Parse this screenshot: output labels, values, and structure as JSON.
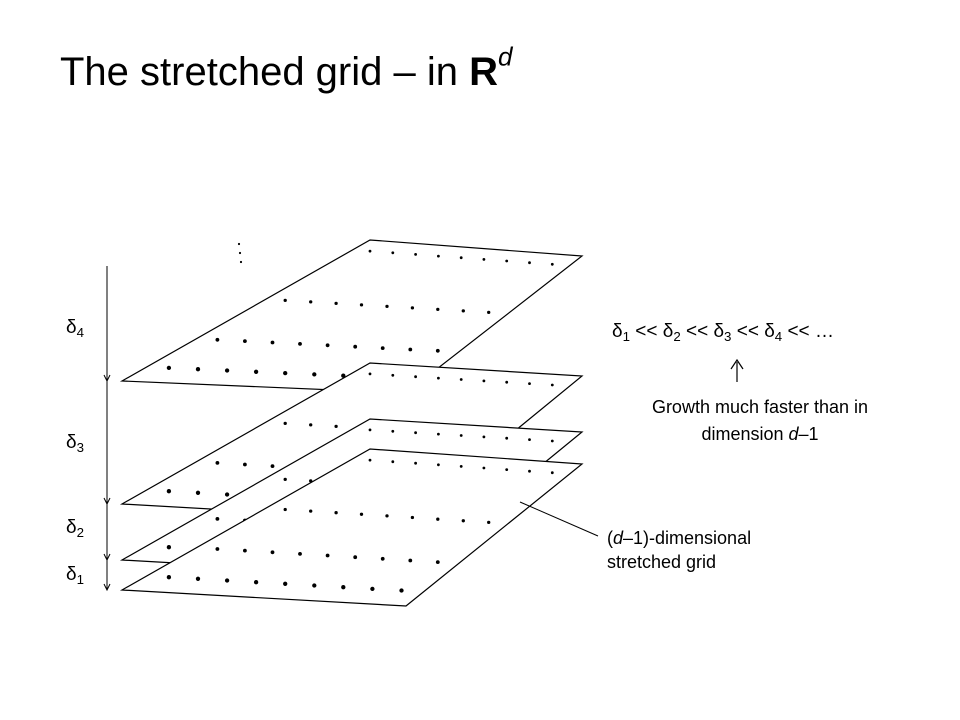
{
  "title": {
    "text": "The stretched grid – in ",
    "bold": "R",
    "sup": "d"
  },
  "delta_symbol": "δ",
  "delta_labels": [
    {
      "sub": "4"
    },
    {
      "sub": "3"
    },
    {
      "sub": "2"
    },
    {
      "sub": "1"
    }
  ],
  "inequality": {
    "terms": [
      {
        "sym": "δ",
        "sub": "1"
      },
      {
        "sym": "δ",
        "sub": "2"
      },
      {
        "sym": "δ",
        "sub": "3"
      },
      {
        "sym": "δ",
        "sub": "4"
      }
    ],
    "operator": " << ",
    "ellipsis": "…"
  },
  "arrow_glyph": "↑",
  "growth_note": {
    "line1": "Growth much faster than in",
    "line2_prefix": "dimension ",
    "line2_var": "d",
    "line2_suffix": "–1"
  },
  "dimension_note": {
    "open": "(",
    "var": "d",
    "rest": "–1)-dimensional",
    "line2": "stretched grid"
  },
  "colors": {
    "ink": "#000000",
    "background": "#ffffff"
  }
}
